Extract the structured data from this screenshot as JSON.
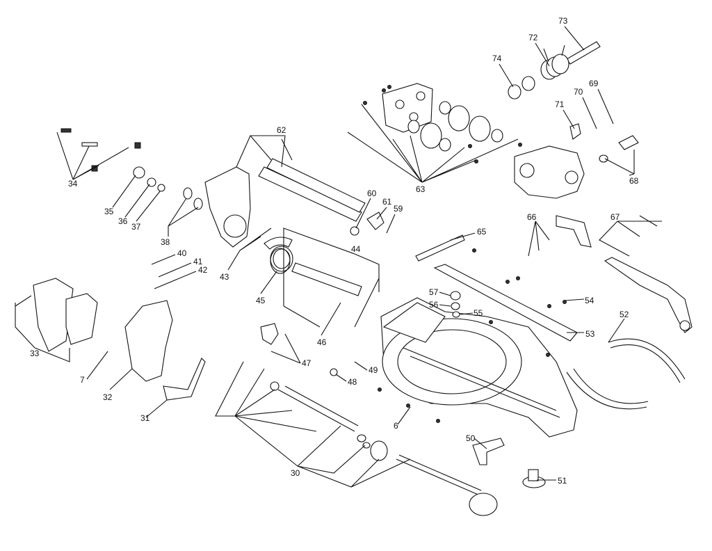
{
  "diagram": {
    "labels": [
      "6",
      "7",
      "30",
      "31",
      "32",
      "33",
      "34",
      "35",
      "36",
      "37",
      "38",
      "40",
      "41",
      "42",
      "43",
      "44",
      "45",
      "46",
      "47",
      "48",
      "49",
      "50",
      "51",
      "52",
      "53",
      "54",
      "55",
      "56",
      "57",
      "59",
      "60",
      "61",
      "62",
      "63",
      "65",
      "66",
      "67",
      "68",
      "69",
      "70",
      "71",
      "72",
      "73",
      "74"
    ],
    "scale_marks": [
      "",
      "",
      ""
    ]
  }
}
